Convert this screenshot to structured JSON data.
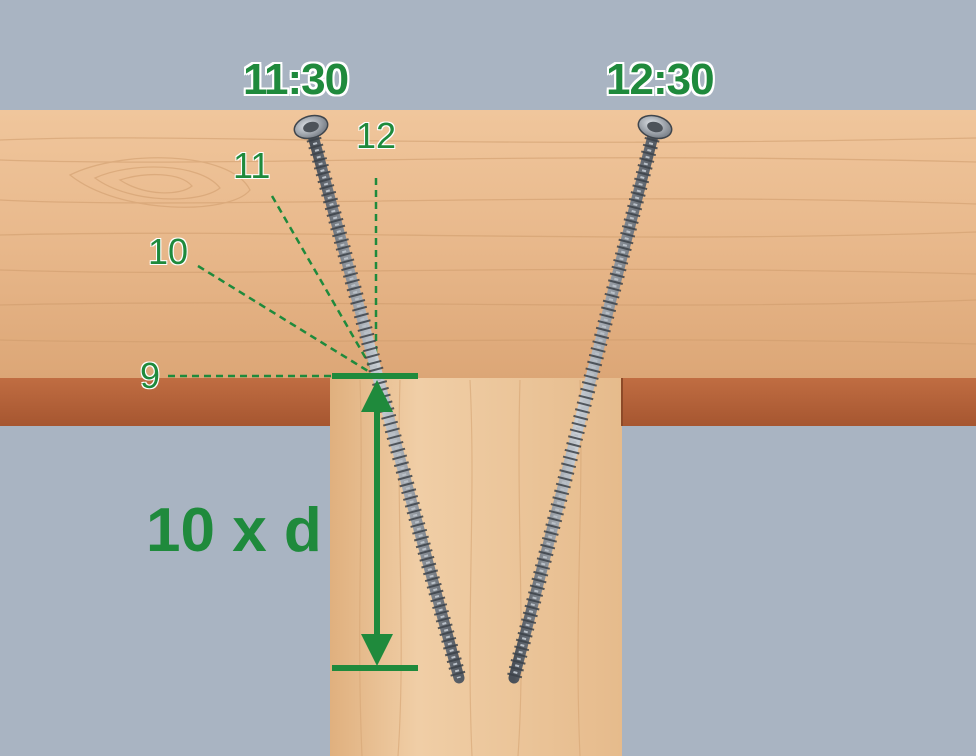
{
  "labels": {
    "left_time": "11:30",
    "right_time": "12:30",
    "angle_12": "12",
    "angle_11": "11",
    "angle_10": "10",
    "angle_9": "9",
    "distance": "10 x d"
  },
  "colors": {
    "background": "#a9b4c2",
    "accent_green": "#1f8a3c",
    "beam_wood": "#e7b588",
    "beam_underside": "#b8633a",
    "post_wood": "#ecc59a",
    "screw_steel": "#7b838c"
  },
  "icons": {
    "screw": "screw-icon",
    "arrow": "double-arrow-icon"
  }
}
